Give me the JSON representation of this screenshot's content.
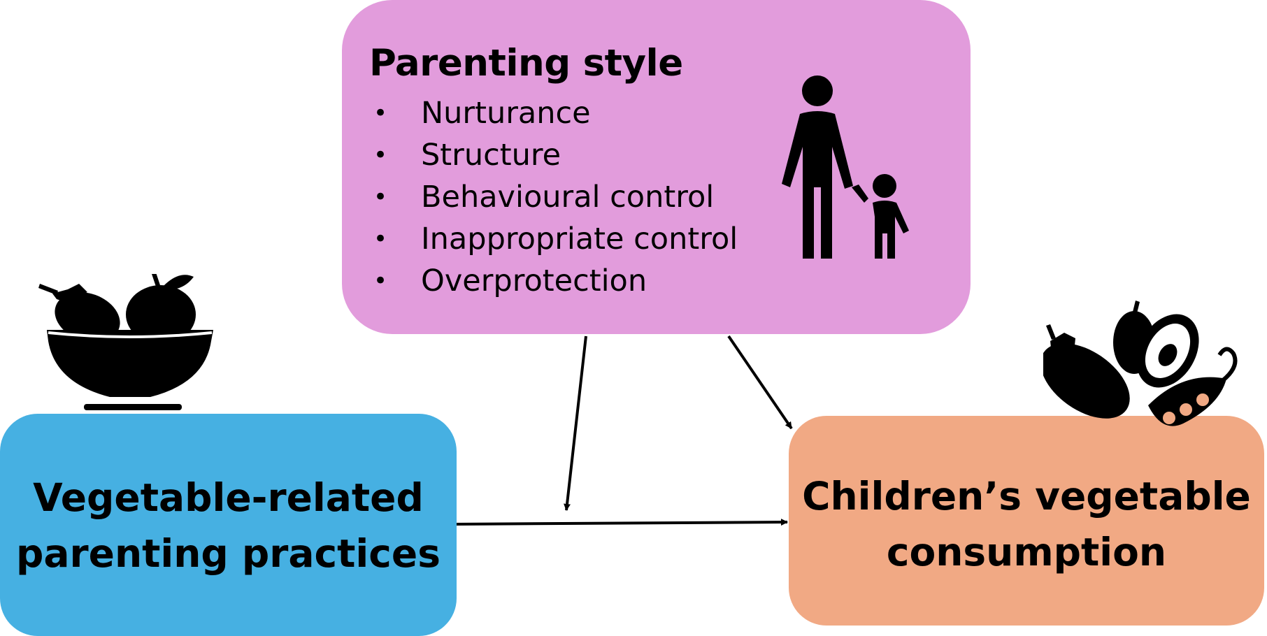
{
  "colors": {
    "parenting_style_box": "#e29cdc",
    "practices_box": "#46b0e2",
    "consumption_box": "#f1a984",
    "arrow": "#000000",
    "icon": "#000000"
  },
  "parenting_style": {
    "title": "Parenting style",
    "factors": [
      {
        "label": "Nurturance"
      },
      {
        "label": "Structure"
      },
      {
        "label": "Behavioural control"
      },
      {
        "label": "Inappropriate control"
      },
      {
        "label": "Overprotection"
      }
    ],
    "bullet": "•",
    "icon": "parent-child-icon"
  },
  "practices": {
    "line1": "Vegetable-related",
    "line2": "parenting practices",
    "icon": "fruit-bowl-icon"
  },
  "consumption": {
    "line1": "Children’s vegetable",
    "line2": "consumption",
    "icon": "vegetables-icon"
  },
  "arrows": [
    {
      "from": "parenting_style",
      "to": "practices-consumption-path",
      "meaning": "moderation"
    },
    {
      "from": "parenting_style",
      "to": "consumption"
    },
    {
      "from": "practices",
      "to": "consumption"
    }
  ]
}
